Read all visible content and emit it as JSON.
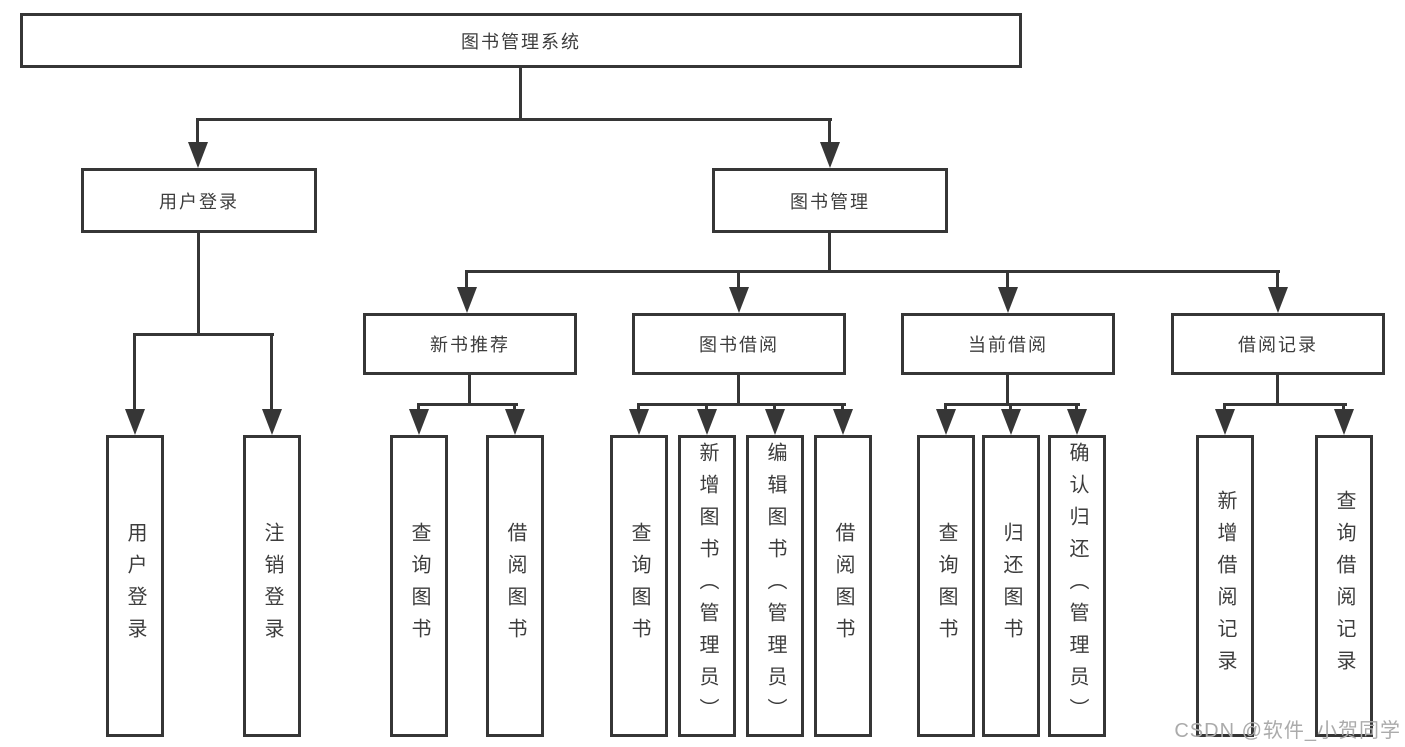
{
  "diagram": {
    "title_node": {
      "label": "图书管理系统"
    },
    "level2": [
      {
        "label": "用户登录"
      },
      {
        "label": "图书管理"
      }
    ],
    "level3": [
      {
        "label": "新书推荐"
      },
      {
        "label": "图书借阅"
      },
      {
        "label": "当前借阅"
      },
      {
        "label": "借阅记录"
      }
    ],
    "leaves": {
      "login": [
        {
          "label": "用户登录"
        },
        {
          "label": "注销登录"
        }
      ],
      "recommend": [
        {
          "label": "查询图书"
        },
        {
          "label": "借阅图书"
        }
      ],
      "borrow": [
        {
          "label": "查询图书"
        },
        {
          "label": "新增图书（管理员）"
        },
        {
          "label": "编辑图书（管理员）"
        },
        {
          "label": "借阅图书"
        }
      ],
      "current": [
        {
          "label": "查询图书"
        },
        {
          "label": "归还图书"
        },
        {
          "label": "确认归还（管理员）"
        }
      ],
      "records": [
        {
          "label": "新增借阅记录"
        },
        {
          "label": "查询借阅记录"
        }
      ]
    }
  },
  "watermark": {
    "text": "CSDN @软件_小贺同学"
  },
  "colors": {
    "line": "#363636",
    "text": "#3d3d3d",
    "watermark": "#ababab",
    "background": "#ffffff"
  }
}
